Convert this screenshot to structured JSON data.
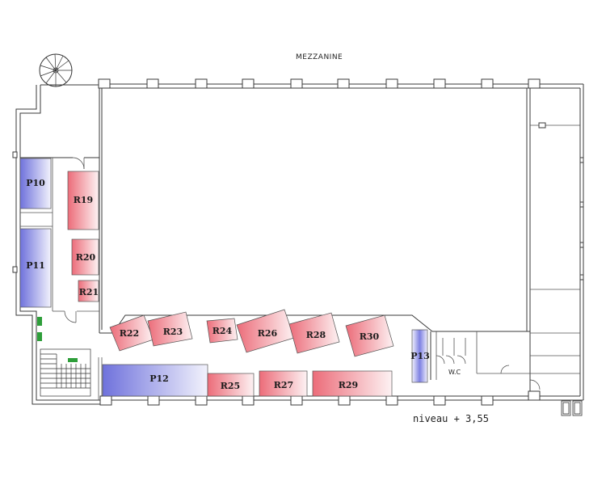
{
  "plan": {
    "title": "MEZZANINE",
    "level": "niveau + 3,55",
    "wc_label": "W.C",
    "colors": {
      "blue_room": "#7b7fe0",
      "red_room": "#ef7b86",
      "green_marker": "#2e9e3a",
      "wall": "#3a3a3a"
    },
    "rooms": [
      {
        "id": "P10",
        "kind": "blue"
      },
      {
        "id": "P11",
        "kind": "blue"
      },
      {
        "id": "P12",
        "kind": "blue"
      },
      {
        "id": "P13",
        "kind": "blue"
      },
      {
        "id": "R19",
        "kind": "red"
      },
      {
        "id": "R20",
        "kind": "red"
      },
      {
        "id": "R21",
        "kind": "red"
      },
      {
        "id": "R22",
        "kind": "red"
      },
      {
        "id": "R23",
        "kind": "red"
      },
      {
        "id": "R24",
        "kind": "red"
      },
      {
        "id": "R25",
        "kind": "red"
      },
      {
        "id": "R26",
        "kind": "red"
      },
      {
        "id": "R27",
        "kind": "red"
      },
      {
        "id": "R28",
        "kind": "red"
      },
      {
        "id": "R29",
        "kind": "red"
      },
      {
        "id": "R30",
        "kind": "red"
      }
    ]
  }
}
